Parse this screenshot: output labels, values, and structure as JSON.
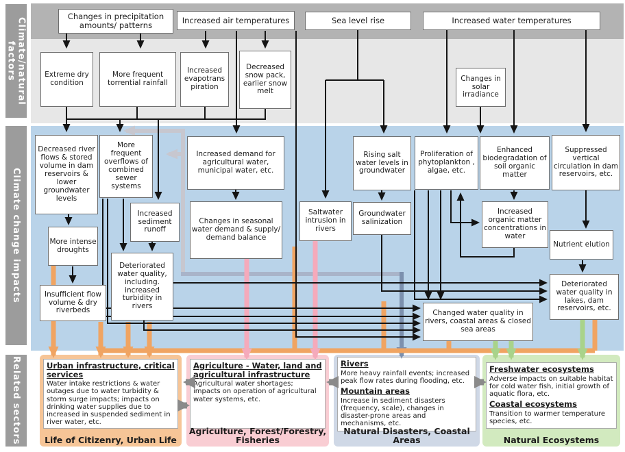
{
  "sidebar": {
    "factors": "Climate/natural factors",
    "impacts": "Climate change impacts",
    "sectors": "Related sectors"
  },
  "boxes": {
    "precip": "Changes in precipitation amounts/ patterns",
    "airtemp": "Increased air temperatures",
    "sealevel": "Sea level rise",
    "watertemp": "Increased water temperatures",
    "extremedry": "Extreme dry condition",
    "torrential": "More frequent torrential rainfall",
    "evapo": "Increased evapotrans piration",
    "snowpack": "Decreased snow pack, earlier snow melt",
    "solar": "Changes in solar irradiance",
    "riverflows": "Decreased river flows & stored volume in dam reservoirs & lower groundwater levels",
    "overflows": "More frequent overflows of combined sewer systems",
    "sediment": "Increased sediment runoff",
    "agdemand": "Increased demand for agricultural water, municipal water, etc.",
    "seasonal": "Changes in seasonal water demand & supply/ demand balance",
    "droughts": "More intense droughts",
    "insufficient": "Insufficient flow volume & dry riverbeds",
    "detturb": "Deteriorated water quality, including. increased turbidity in rivers",
    "saltintr": "Saltwater intrusion in rivers",
    "gwsalin": "Groundwater salinization",
    "risingsalt": "Rising salt water levels in groundwater",
    "prolif": "Proliferation of phytoplankton , algae, etc.",
    "biodeg": "Enhanced biodegradation of soil organic matter",
    "suppressed": "Suppressed vertical circulation in dam reservoirs, etc.",
    "orgmatter": "Increased organic matter concentrations in water",
    "nutrient": "Nutrient elution",
    "detlakes": "Deteriorated water quality in lakes, dam reservoirs, etc.",
    "changedwq": "Changed water quality in rivers, coastal areas & closed sea areas"
  },
  "panels": {
    "urban": {
      "heading": "Urban infrastructure, critical services",
      "body": "Water intake restrictions & water outages due to water turbidity & storm surge impacts; impacts on drinking water supplies due to increased in suspended sediment in river water, etc.",
      "footer": "Life of Citizenry, Urban Life"
    },
    "agriculture": {
      "heading": "Agriculture - Water, land and agricultural infrastructure",
      "body": "Agricultural water shortages; impacts on operation of agricultural water systems, etc.",
      "footer": "Agriculture, Forest/Forestry, Fisheries"
    },
    "disasters": {
      "h1": "Rivers",
      "b1": "More heavy rainfall events; increased peak flow rates during flooding, etc.",
      "h2": "Mountain areas",
      "b2": "Increase in sediment disasters (frequency, scale), changes in disaster-prone areas and mechanisms, etc.",
      "footer": "Natural Disasters, Coastal Areas"
    },
    "ecosystems": {
      "h1": "Freshwater ecosystems",
      "b1": "Adverse impacts on suitable habitat for cold water fish, initial growth of aquatic flora, etc.",
      "h2": "Coastal ecosystems",
      "b2": "Transition to warmer temperature species, etc.",
      "footer": "Natural Ecosystems"
    }
  },
  "colors": {
    "band_dark": "#b3b3b3",
    "band_light": "#e7e7e7",
    "band_blue": "#b9d3e9",
    "sidebar": "#9c9c9c",
    "panel_urban": "#f6c597",
    "panel_agri": "#f9cdd3",
    "panel_disaster": "#cfd8e6",
    "panel_eco": "#d2eabf",
    "arrow_black": "#141414",
    "arrow_orange": "#f0a462",
    "arrow_pink": "#f5aabb",
    "arrow_green": "#a9d38a",
    "arrow_steel": "#7c90ae",
    "arrow_gray": "#c7c7cf",
    "arrow_darkgray": "#8a8a8a"
  }
}
